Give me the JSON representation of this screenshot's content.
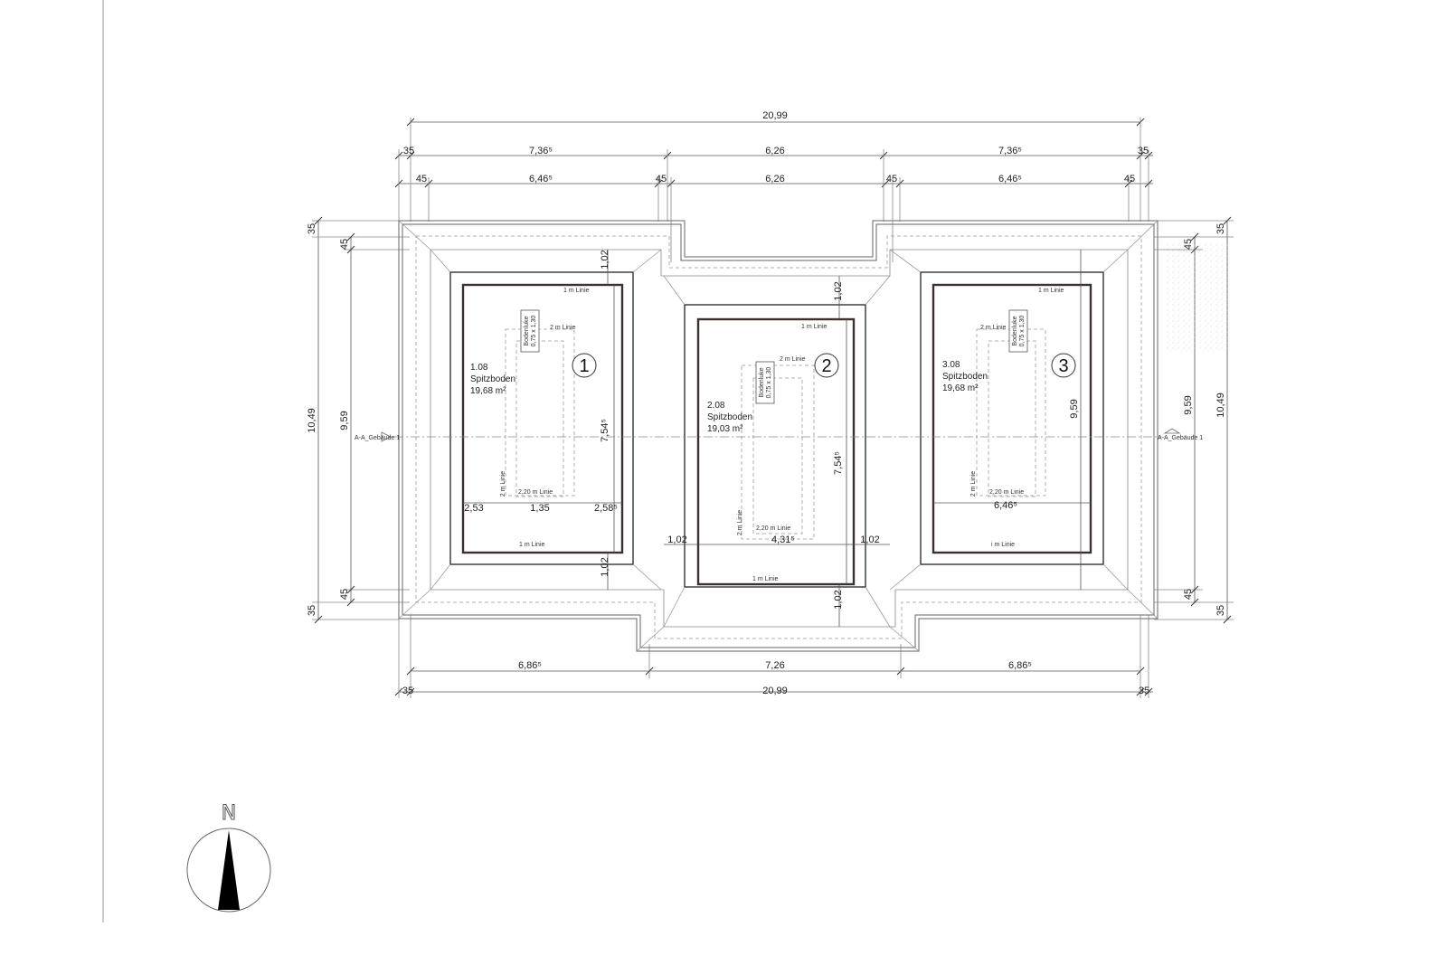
{
  "dimensions": {
    "top_total": "20,99",
    "top_row2": [
      "35",
      "7,36⁵",
      "6,26",
      "7,36⁵",
      "35"
    ],
    "top_row3": [
      "45",
      "6,46⁵",
      "45",
      "6,26",
      "45",
      "6,46⁵",
      "45"
    ],
    "bottom_row1": [
      "6,86⁵",
      "7,26",
      "6,86⁵"
    ],
    "bottom_row2": [
      "35",
      "20,99",
      "35"
    ],
    "left": [
      "35",
      "45",
      "10,49",
      "9,59",
      "45",
      "35"
    ],
    "right": [
      "35",
      "45",
      "9,59",
      "10,49",
      "45",
      "35"
    ],
    "inner": {
      "r1_top": "1,02",
      "r1_bottom": "1,02",
      "r1_height": "7,54⁵",
      "r1_w_left": "2,53",
      "r1_w_mid": "1,35",
      "r1_w_right": "2,58⁵",
      "r2_top": "1,02",
      "r2_bottom": "1,02",
      "r2_height": "7,54⁵",
      "r2_left": "1,02",
      "r2_right": "1,02",
      "r2_width": "4,31⁵",
      "r3_height": "9,59",
      "r3_width": "6,46⁵"
    }
  },
  "rooms": [
    {
      "number": "1",
      "id": "1.08",
      "name": "Spitzboden",
      "area": "19,68 m²"
    },
    {
      "number": "2",
      "id": "2.08",
      "name": "Spitzboden",
      "area": "19,03 m²"
    },
    {
      "number": "3",
      "id": "3.08",
      "name": "Spitzboden",
      "area": "19,68 m²"
    }
  ],
  "labels": {
    "line_1m": "1 m Linie",
    "line_1m_alt": "i m Linie",
    "line_2m": "2 m Linie",
    "line_220": "2,20 m Linie",
    "hatch_title": "Bodenluke",
    "hatch_size": "0,75 x 1,30",
    "section_left": "A-A_Gebäude 1",
    "section_right": "A-A_Gebäude 1",
    "north": "N"
  }
}
